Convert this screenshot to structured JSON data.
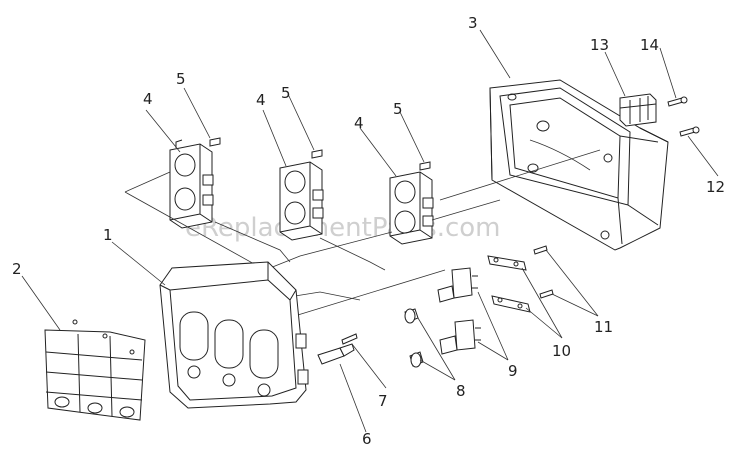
{
  "watermark": "eReplacementParts.com",
  "parts": {
    "p1": "1",
    "p2": "2",
    "p3": "3",
    "p4a": "4",
    "p4b": "4",
    "p4c": "4",
    "p5a": "5",
    "p5b": "5",
    "p5c": "5",
    "p6": "6",
    "p7": "7",
    "p8": "8",
    "p9": "9",
    "p10": "10",
    "p11": "11",
    "p12": "12",
    "p13": "13",
    "p14": "14"
  }
}
